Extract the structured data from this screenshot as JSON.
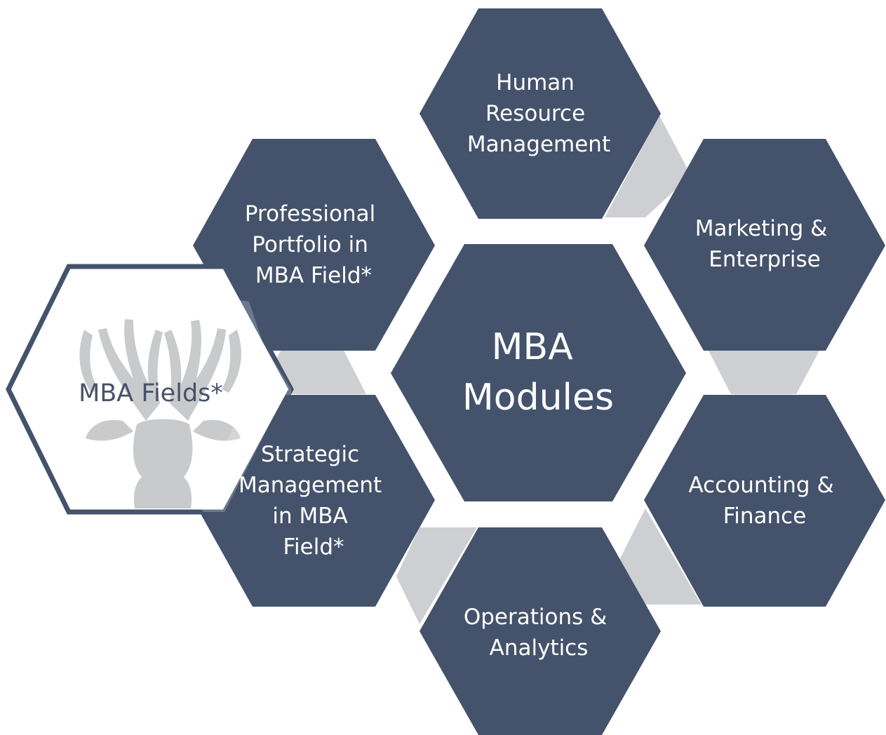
{
  "center": {
    "lines": [
      "MBA",
      "Modules"
    ]
  },
  "modules": [
    {
      "id": "hrm",
      "lines": [
        "Human",
        "Resource",
        "Management"
      ]
    },
    {
      "id": "marketing",
      "lines": [
        "Marketing &",
        "Enterprise"
      ]
    },
    {
      "id": "accounting",
      "lines": [
        "Accounting &",
        "Finance"
      ]
    },
    {
      "id": "operations",
      "lines": [
        "Operations &",
        "Analytics"
      ]
    },
    {
      "id": "strategic",
      "lines": [
        "Strategic",
        "Management",
        "in MBA",
        "Field*"
      ]
    },
    {
      "id": "portfolio",
      "lines": [
        "Professional",
        "Portfolio in",
        "MBA Field*"
      ]
    }
  ],
  "fields": {
    "label": "MBA Fields*"
  },
  "colors": {
    "hexagon": "#44536b",
    "connector": "#cdcfd3",
    "deer": "#c9cacc",
    "background": "#ffffff"
  }
}
